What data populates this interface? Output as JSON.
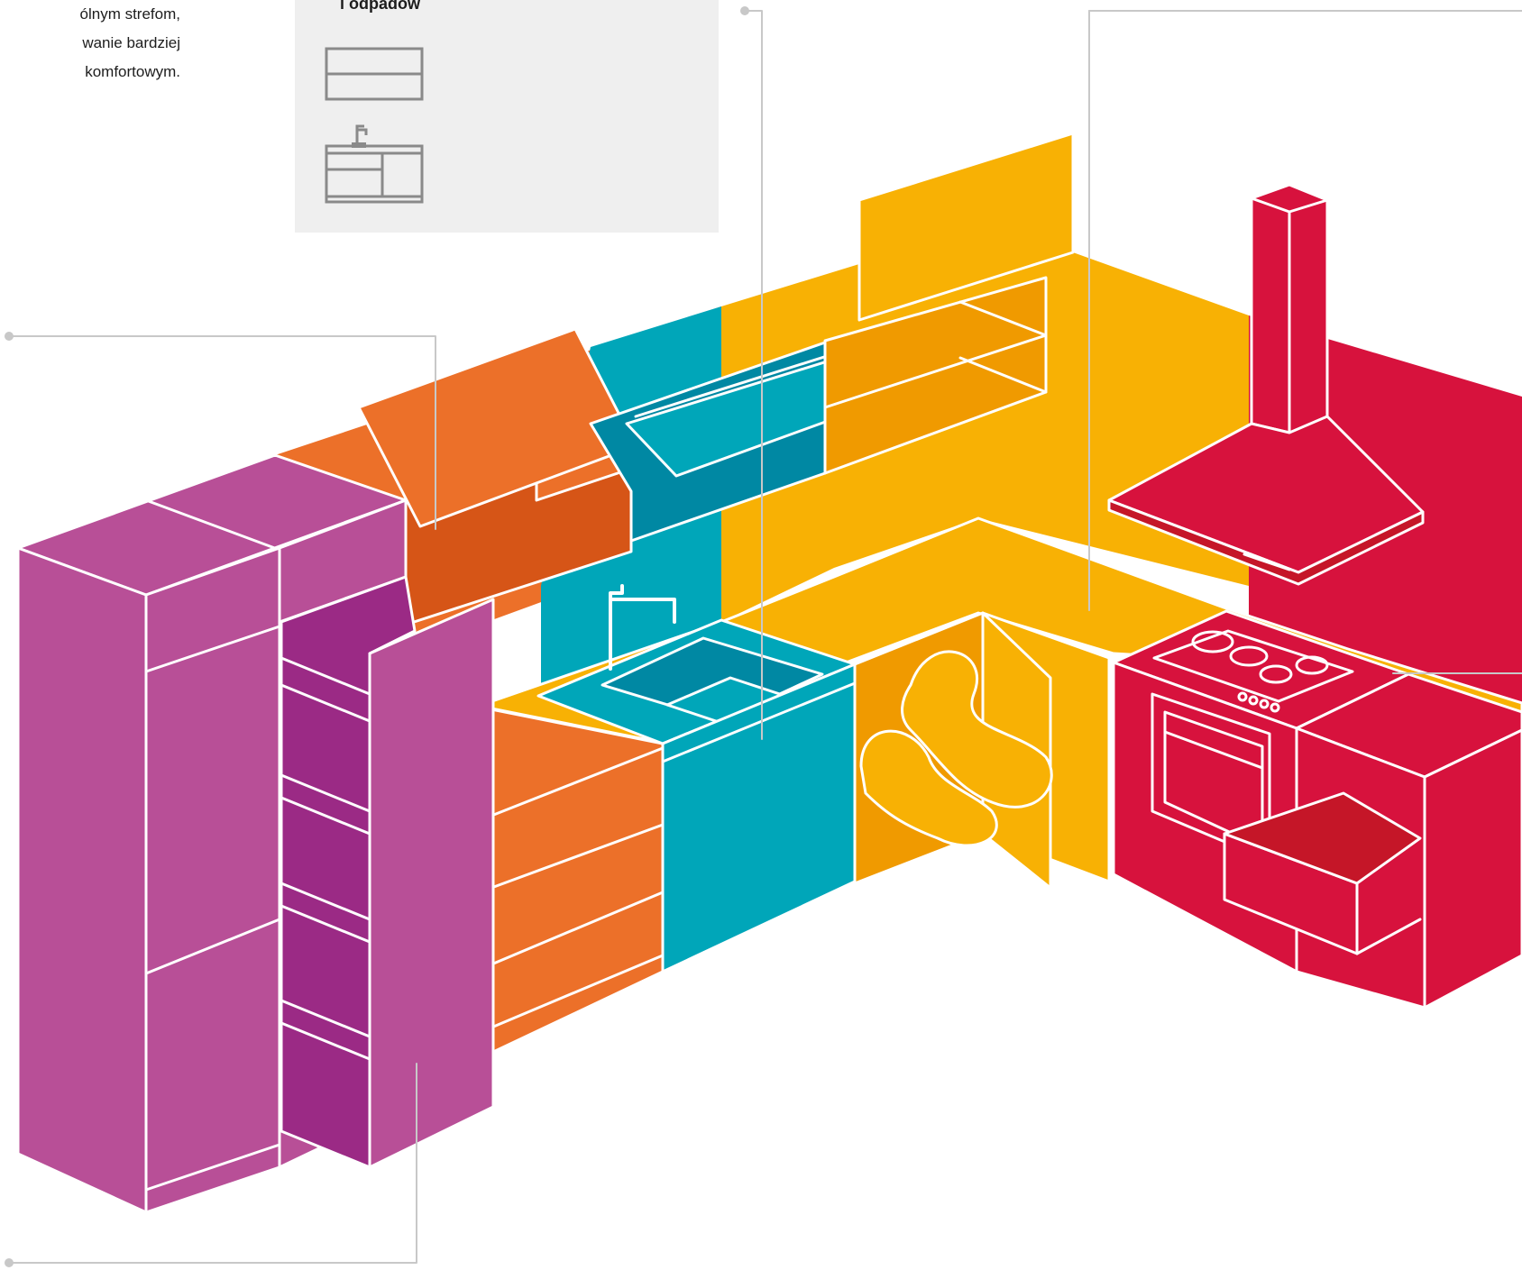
{
  "intro": {
    "lines": [
      "ólnym strefom,",
      "wanie bardziej",
      "komfortowym."
    ]
  },
  "info_card": {
    "title": "i odpadów",
    "icons": [
      "drawer-unit-icon",
      "sink-cabinet-icon"
    ]
  },
  "zones": {
    "storage_color": "#b84f97",
    "storage_dark_color": "#9b2a85",
    "preparation_color": "#ec7029",
    "preparation_dark_color": "#d65517",
    "washing_color": "#00a6b9",
    "washing_dark_color": "#0088a3",
    "corner_color": "#f8b104",
    "corner_dark_color": "#f09a00",
    "cooking_color": "#d7123d",
    "cooking_dark_color": "#c51628",
    "leader_color": "#c8c8c8"
  }
}
